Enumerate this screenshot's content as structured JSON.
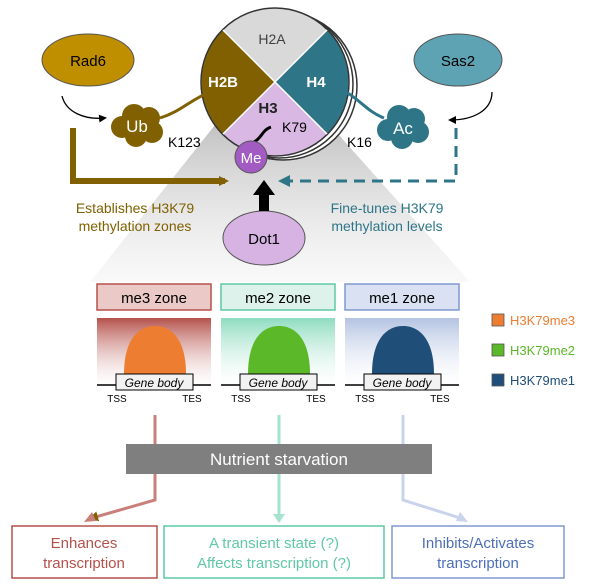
{
  "histone": {
    "h2a": "H2A",
    "h2b": "H2B",
    "h3": "H3",
    "h4": "H4",
    "k79": "K79",
    "me": "Me",
    "k123": "K123",
    "k16": "K16"
  },
  "enzymes": {
    "rad6": "Rad6",
    "sas2": "Sas2",
    "dot1": "Dot1",
    "ub": "Ub",
    "ac": "Ac"
  },
  "captions": {
    "left_line1": "Establishes H3K79",
    "left_line2": "methylation zones",
    "right_line1": "Fine-tunes  H3K79",
    "right_line2": "methylation levels"
  },
  "zones": [
    {
      "title": "me3 zone",
      "gene_body": "Gene body",
      "tss": "TSS",
      "tes": "TES"
    },
    {
      "title": "me2 zone",
      "gene_body": "Gene body",
      "tss": "TSS",
      "tes": "TES"
    },
    {
      "title": "me1 zone",
      "gene_body": "Gene body",
      "tss": "TSS",
      "tes": "TES"
    }
  ],
  "legend": [
    {
      "label": "H3K79me3",
      "color": "#ED7D31"
    },
    {
      "label": "H3K79me2",
      "color": "#5BB829"
    },
    {
      "label": "H3K79me1",
      "color": "#1F4E79"
    }
  ],
  "starvation": {
    "label": "Nutrient starvation"
  },
  "outcomes": [
    {
      "line1": "Enhances",
      "line2": "transcription"
    },
    {
      "line1": "A transient state (?)",
      "line2": "Affects transcription (?)"
    },
    {
      "line1": "Inhibits/Activates",
      "line2": "transcription"
    }
  ],
  "colors": {
    "h2b": "#806000",
    "h4": "#2E7588",
    "h3": "#D9B8E3",
    "h2a": "#D9D9D9",
    "dot1": "#D6B3E2",
    "me": "#A35BC4",
    "zone_me3": "#B5514B",
    "zone_me2": "#5FC8A5",
    "zone_me1": "#7F98CF",
    "starvation_bar": "#7F7F7F"
  }
}
